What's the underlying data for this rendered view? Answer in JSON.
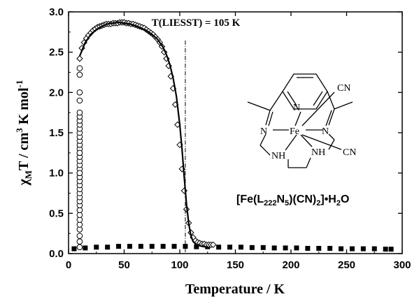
{
  "chart_data": {
    "type": "scatter",
    "title": "",
    "xlabel": "Temperature / K",
    "ylabel_parts": {
      "chi": "χ",
      "sub_m": "M",
      "mid": "T / cm",
      "sup3": "3",
      "tail": " K mol",
      "supm1": "-1"
    },
    "xlim": [
      0,
      300
    ],
    "ylim": [
      0,
      3.0
    ],
    "xticks": [
      0,
      50,
      100,
      150,
      200,
      250,
      300
    ],
    "yticks": [
      0.0,
      0.5,
      1.0,
      1.5,
      2.0,
      2.5,
      3.0
    ],
    "grid": false,
    "legend": "none",
    "annotations": {
      "tliesst_label": "T(LIESST) = 105 K",
      "tliesst_x": 105,
      "compound": {
        "a": "[Fe(L",
        "sub1": "222",
        "b": "N",
        "sub2": "5",
        "c": ")(CN)",
        "sub3": "2",
        "d": "]•H",
        "sub4": "2",
        "e": "O"
      }
    },
    "molecule_labels": {
      "n_py": "N",
      "fe": "Fe",
      "n_left": "N",
      "n_right": "N",
      "nh_left": "NH",
      "nh_right": "NH",
      "cn_top": "CN",
      "cn_bottom": "CN"
    },
    "series": [
      {
        "marker": "square-filled",
        "x": [
          5,
          15,
          25,
          35,
          45,
          55,
          65,
          75,
          85,
          95,
          105,
          115,
          125,
          135,
          145,
          155,
          165,
          175,
          185,
          195,
          205,
          215,
          225,
          235,
          245,
          255,
          265,
          275,
          285,
          290
        ],
        "y": [
          0.06,
          0.07,
          0.08,
          0.08,
          0.09,
          0.09,
          0.09,
          0.09,
          0.09,
          0.09,
          0.09,
          0.085,
          0.085,
          0.08,
          0.08,
          0.08,
          0.075,
          0.075,
          0.07,
          0.07,
          0.07,
          0.065,
          0.065,
          0.065,
          0.06,
          0.06,
          0.06,
          0.06,
          0.055,
          0.055
        ]
      },
      {
        "marker": "circle-open",
        "x": [
          10,
          10,
          10,
          10,
          10,
          10,
          10,
          10,
          10,
          10,
          10,
          10,
          10,
          10,
          10,
          10,
          10,
          10,
          10,
          10,
          10,
          10,
          10,
          10,
          10,
          10,
          10,
          10,
          10,
          10,
          10,
          10,
          10,
          10,
          10,
          10,
          10,
          10
        ],
        "y": [
          0.08,
          0.15,
          0.22,
          0.3,
          0.36,
          0.42,
          0.48,
          0.54,
          0.6,
          0.65,
          0.7,
          0.75,
          0.8,
          0.85,
          0.9,
          0.95,
          1.0,
          1.05,
          1.1,
          1.15,
          1.2,
          1.25,
          1.3,
          1.35,
          1.4,
          1.45,
          1.5,
          1.55,
          1.6,
          1.65,
          1.7,
          1.75,
          2.22,
          2.0,
          1.9,
          2.3,
          1.25,
          1.0
        ]
      },
      {
        "marker": "diamond-open",
        "x": [
          10,
          12,
          14,
          16,
          18,
          20,
          22,
          24,
          26,
          28,
          30,
          32,
          34,
          36,
          38,
          40,
          42,
          44,
          46,
          48,
          50,
          52,
          54,
          56,
          58,
          60,
          62,
          64,
          66,
          68,
          70,
          72,
          74,
          76,
          78,
          80,
          82,
          84,
          86,
          88,
          90,
          92,
          94,
          96,
          98,
          100,
          102,
          104,
          106,
          108,
          110,
          112,
          114,
          116,
          118,
          120,
          122,
          124,
          126,
          128,
          130
        ],
        "y": [
          2.42,
          2.55,
          2.62,
          2.67,
          2.71,
          2.74,
          2.77,
          2.79,
          2.81,
          2.82,
          2.83,
          2.84,
          2.85,
          2.85,
          2.85,
          2.86,
          2.86,
          2.86,
          2.87,
          2.87,
          2.87,
          2.86,
          2.86,
          2.85,
          2.85,
          2.84,
          2.83,
          2.82,
          2.81,
          2.8,
          2.78,
          2.76,
          2.74,
          2.72,
          2.69,
          2.66,
          2.62,
          2.57,
          2.5,
          2.42,
          2.33,
          2.2,
          2.05,
          1.85,
          1.6,
          1.35,
          1.05,
          0.78,
          0.55,
          0.38,
          0.26,
          0.2,
          0.16,
          0.14,
          0.13,
          0.12,
          0.12,
          0.11,
          0.11,
          0.11,
          0.11
        ]
      },
      {
        "marker": "line",
        "x": [
          10,
          15,
          20,
          25,
          30,
          35,
          40,
          45,
          50,
          55,
          60,
          65,
          70,
          75,
          80,
          85,
          88,
          91,
          94,
          97,
          100,
          102,
          104,
          106,
          108,
          110,
          112,
          115,
          120,
          125
        ],
        "y": [
          2.45,
          2.62,
          2.72,
          2.78,
          2.82,
          2.85,
          2.86,
          2.87,
          2.86,
          2.85,
          2.83,
          2.8,
          2.77,
          2.72,
          2.66,
          2.56,
          2.47,
          2.35,
          2.18,
          1.95,
          1.6,
          1.3,
          0.95,
          0.62,
          0.38,
          0.22,
          0.15,
          0.11,
          0.09,
          0.08
        ]
      }
    ]
  }
}
